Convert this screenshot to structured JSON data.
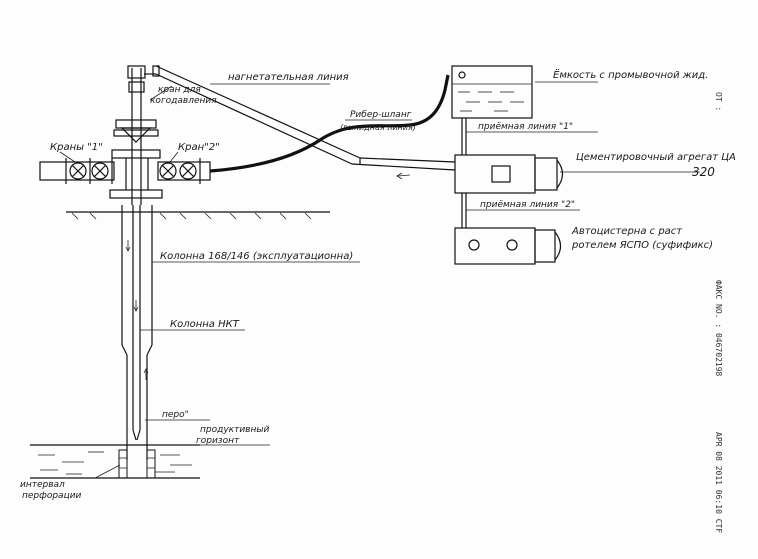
{
  "labels": {
    "injection_line": "нагнетательная линия",
    "gauge_valve": "кран для",
    "gauge_valve2": "когодавления",
    "tank": "Ёмкость с промывочной жид.",
    "hose_top": "Рибер-шланг",
    "hose_bottom": "(выкидная линия)",
    "valve1": "Краны \"1\"",
    "valve2": "Кран\"2\"",
    "intake1": "приёмная линия \"1\"",
    "cementer": "Цементировочный агрегат ЦА",
    "cementer_num": "320",
    "intake2": "приёмная линия \"2\"",
    "truck_line1": "Автоцистерна с раст",
    "truck_line2": "ротелем ЯСПО (суфификс)",
    "casing": "Колонна 168/146 (эксплуатационна)",
    "tubing": "Колонна НКТ",
    "shoe": "перо\"",
    "zone1": "продуктивный",
    "zone2": "горизонт",
    "perf1": "интервал",
    "perf2": "перфорации"
  },
  "stamps": {
    "fax": "ФАКС NO. : 046702198",
    "date": "APR 08 2011 06:10 CTF",
    "from": "OT :"
  }
}
